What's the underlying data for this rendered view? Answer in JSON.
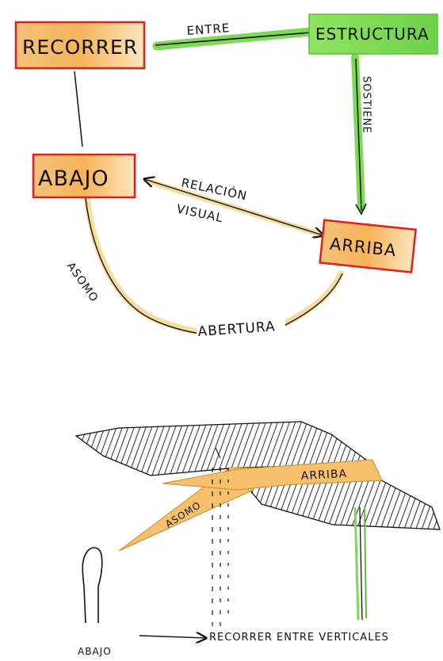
{
  "concept_map": {
    "nodes": {
      "recorrer": "RECORRER",
      "estructura": "ESTRUCTURA",
      "abajo": "ABAJO",
      "arriba": "ARRIBA"
    },
    "edges": {
      "entre": "ENTRE",
      "sostiene": "SOSTIENE",
      "relacion": "RELACIÓN",
      "visual": "VISUAL",
      "asomo": "ASOMO",
      "abertura": "ABERTURA"
    }
  },
  "sketch": {
    "arriba_label": "ARRIBA",
    "asomo_label": "ASOMO",
    "caption_abajo": "ABAJO",
    "caption_rest": "RECORRER ENTRE VERTICALES"
  },
  "colors": {
    "box_border": "#e0201b",
    "box_fill_orange": "#f6b35a",
    "green_accent": "#7ed957",
    "opening_yellow": "#f8dc9c",
    "ink": "#111111"
  }
}
